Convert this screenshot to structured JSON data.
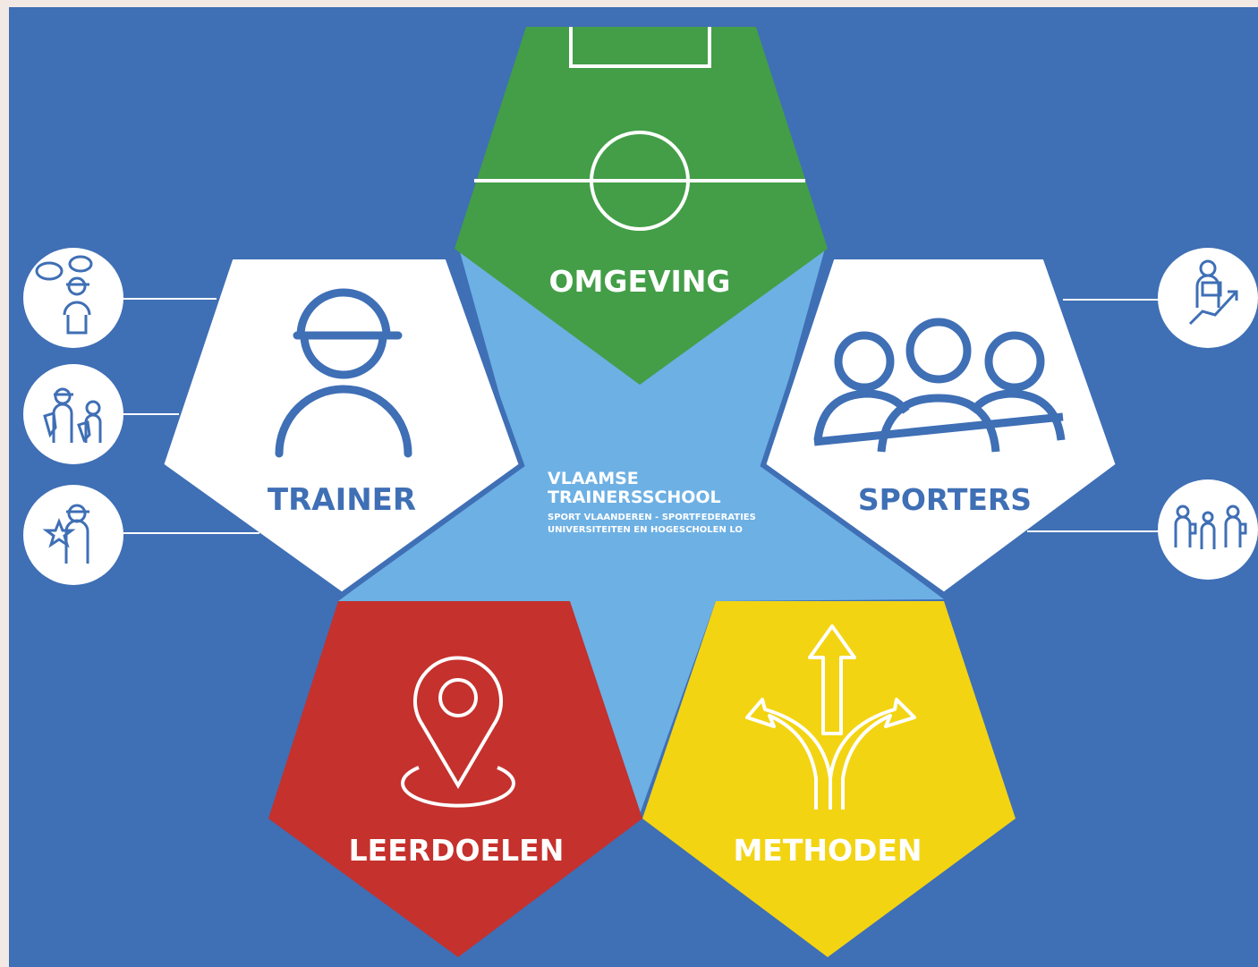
{
  "colors": {
    "background_outer": "#f3e9e4",
    "background": "#3f6fb5",
    "center_star": "#6db0e4",
    "omgeving": "#439e47",
    "trainer": "#ffffff",
    "sporters": "#ffffff",
    "leerdoelen": "#c5312d",
    "methoden": "#f3d413",
    "line_blue": "#3f6fb5",
    "white": "#ffffff"
  },
  "center_logo": {
    "line1": "VLAAMSE",
    "line2": "TRAINERSSCHOOL",
    "line3": "SPORT VLAANDEREN - SPORTFEDERATIES",
    "line4": "UNIVERSITEITEN EN HOGESCHOLEN LO"
  },
  "segments": {
    "omgeving": {
      "label": "OMGEVING",
      "icon": "soccer-field-icon"
    },
    "trainer": {
      "label": "TRAINER",
      "icon": "coach-cap-icon"
    },
    "sporters": {
      "label": "SPORTERS",
      "icon": "group-of-people-icon"
    },
    "leerdoelen": {
      "label": "LEERDOELEN",
      "icon": "map-pin-target-icon"
    },
    "methoden": {
      "label": "METHODEN",
      "icon": "three-way-arrows-icon"
    }
  },
  "satellites": {
    "trainer": [
      {
        "icon": "coach-with-feedback-bubbles-icon"
      },
      {
        "icon": "coach-protecting-child-icon"
      },
      {
        "icon": "coach-with-star-badge-icon"
      }
    ],
    "sporters": [
      {
        "icon": "athlete-climbing-progress-icon"
      },
      {
        "icon": "three-athletes-with-backpacks-icon"
      }
    ]
  }
}
